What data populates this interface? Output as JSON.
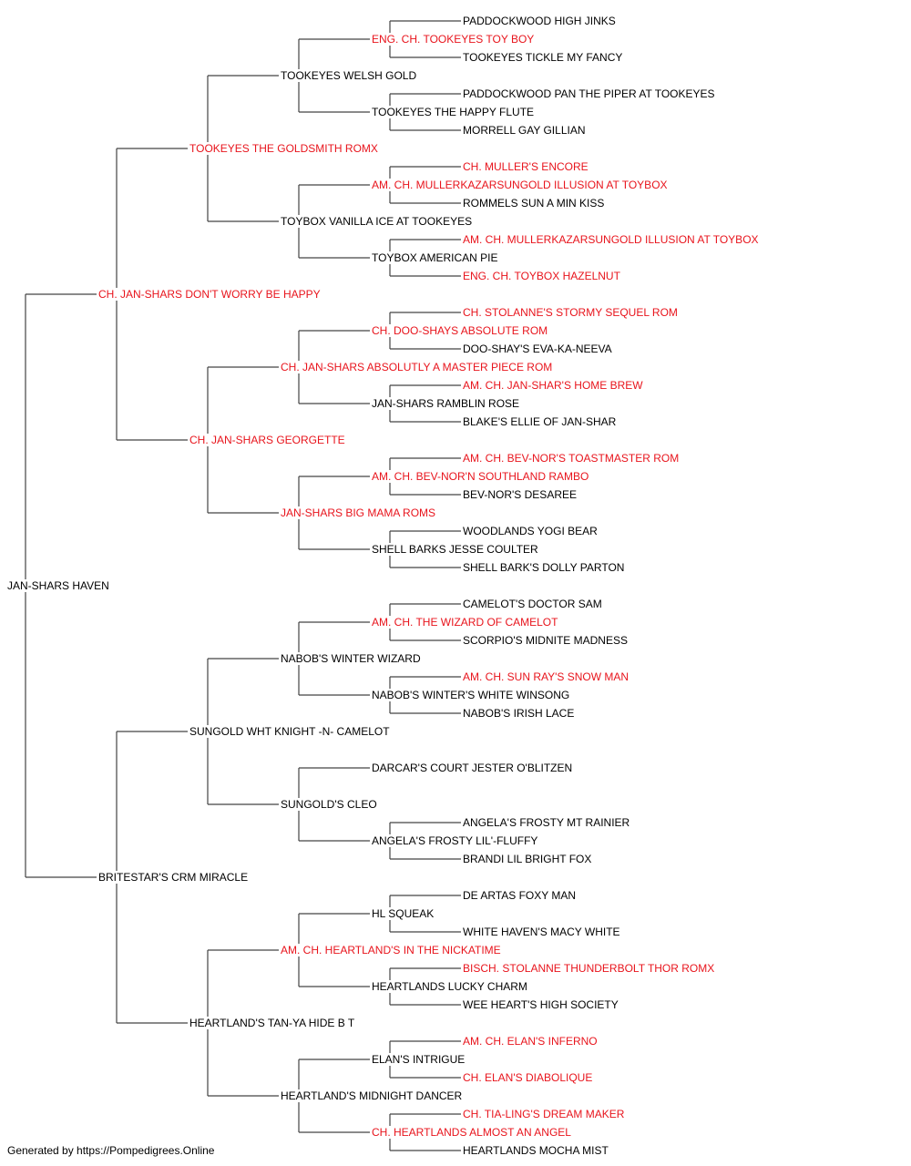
{
  "colors": {
    "champion": "#e8141c",
    "regular": "#000000",
    "lines": "#444444"
  },
  "pedigree": {
    "name": "JAN-SHARS HAVEN",
    "champion": false,
    "sire": {
      "name": "CH. JAN-SHARS DON'T WORRY BE HAPPY",
      "champion": true,
      "sire": {
        "name": "TOOKEYES THE GOLDSMITH ROMX",
        "champion": true,
        "sire": {
          "name": "TOOKEYES WELSH GOLD",
          "champion": false,
          "sire": {
            "name": "ENG. CH. TOOKEYES TOY BOY",
            "champion": true,
            "sire": {
              "name": "PADDOCKWOOD HIGH JINKS",
              "champion": false
            },
            "dam": {
              "name": "TOOKEYES TICKLE MY FANCY",
              "champion": false
            }
          },
          "dam": {
            "name": "TOOKEYES THE HAPPY FLUTE",
            "champion": false,
            "sire": {
              "name": "PADDOCKWOOD PAN THE PIPER AT TOOKEYES",
              "champion": false
            },
            "dam": {
              "name": "MORRELL GAY GILLIAN",
              "champion": false
            }
          }
        },
        "dam": {
          "name": "TOYBOX VANILLA ICE AT TOOKEYES",
          "champion": false,
          "sire": {
            "name": "AM. CH. MULLERKAZARSUNGOLD ILLUSION AT TOYBOX",
            "champion": true,
            "sire": {
              "name": "CH. MULLER'S ENCORE",
              "champion": true
            },
            "dam": {
              "name": "ROMMELS SUN A MIN KISS",
              "champion": false
            }
          },
          "dam": {
            "name": "TOYBOX AMERICAN PIE",
            "champion": false,
            "sire": {
              "name": "AM. CH. MULLERKAZARSUNGOLD ILLUSION AT TOYBOX",
              "champion": true
            },
            "dam": {
              "name": "ENG. CH. TOYBOX HAZELNUT",
              "champion": true
            }
          }
        }
      },
      "dam": {
        "name": "CH. JAN-SHARS GEORGETTE",
        "champion": true,
        "sire": {
          "name": "CH. JAN-SHARS ABSOLUTLY A MASTER PIECE ROM",
          "champion": true,
          "sire": {
            "name": "CH. DOO-SHAYS ABSOLUTE ROM",
            "champion": true,
            "sire": {
              "name": "CH. STOLANNE'S STORMY SEQUEL ROM",
              "champion": true
            },
            "dam": {
              "name": "DOO-SHAY'S EVA-KA-NEEVA",
              "champion": false
            }
          },
          "dam": {
            "name": "JAN-SHARS RAMBLIN ROSE",
            "champion": false,
            "sire": {
              "name": "AM. CH. JAN-SHAR'S HOME BREW",
              "champion": true
            },
            "dam": {
              "name": "BLAKE'S ELLIE OF JAN-SHAR",
              "champion": false
            }
          }
        },
        "dam": {
          "name": "JAN-SHARS BIG MAMA ROMS",
          "champion": true,
          "sire": {
            "name": "AM. CH. BEV-NOR'N SOUTHLAND RAMBO",
            "champion": true,
            "sire": {
              "name": "AM. CH. BEV-NOR'S TOASTMASTER ROM",
              "champion": true
            },
            "dam": {
              "name": "BEV-NOR'S DESAREE",
              "champion": false
            }
          },
          "dam": {
            "name": "SHELL BARKS JESSE COULTER",
            "champion": false,
            "sire": {
              "name": "WOODLANDS YOGI BEAR",
              "champion": false
            },
            "dam": {
              "name": "SHELL BARK'S DOLLY PARTON",
              "champion": false
            }
          }
        }
      }
    },
    "dam": {
      "name": "BRITESTAR'S CRM MIRACLE",
      "champion": false,
      "sire": {
        "name": "SUNGOLD WHT KNIGHT -N- CAMELOT",
        "champion": false,
        "sire": {
          "name": "NABOB'S WINTER WIZARD",
          "champion": false,
          "sire": {
            "name": "AM. CH. THE WIZARD OF CAMELOT",
            "champion": true,
            "sire": {
              "name": "CAMELOT'S DOCTOR SAM",
              "champion": false
            },
            "dam": {
              "name": "SCORPIO'S MIDNITE MADNESS",
              "champion": false
            }
          },
          "dam": {
            "name": "NABOB'S WINTER'S WHITE WINSONG",
            "champion": false,
            "sire": {
              "name": "AM. CH. SUN RAY'S SNOW MAN",
              "champion": true
            },
            "dam": {
              "name": "NABOB'S IRISH LACE",
              "champion": false
            }
          }
        },
        "dam": {
          "name": "SUNGOLD'S CLEO",
          "champion": false,
          "sire": {
            "name": "DARCAR'S COURT JESTER O'BLITZEN",
            "champion": false
          },
          "dam": {
            "name": "ANGELA'S FROSTY LIL'-FLUFFY",
            "champion": false,
            "sire": {
              "name": "ANGELA'S FROSTY MT RAINIER",
              "champion": false
            },
            "dam": {
              "name": "BRANDI LIL BRIGHT FOX",
              "champion": false
            }
          }
        }
      },
      "dam": {
        "name": "HEARTLAND'S TAN-YA HIDE B T",
        "champion": false,
        "sire": {
          "name": "AM. CH. HEARTLAND'S IN THE NICKATIME",
          "champion": true,
          "sire": {
            "name": "HL SQUEAK",
            "champion": false,
            "sire": {
              "name": "DE ARTAS FOXY MAN",
              "champion": false
            },
            "dam": {
              "name": "WHITE HAVEN'S MACY WHITE",
              "champion": false
            }
          },
          "dam": {
            "name": "HEARTLANDS LUCKY CHARM",
            "champion": false,
            "sire": {
              "name": "BISCH. STOLANNE THUNDERBOLT THOR ROMX",
              "champion": true
            },
            "dam": {
              "name": "WEE HEART'S HIGH SOCIETY",
              "champion": false
            }
          }
        },
        "dam": {
          "name": "HEARTLAND'S MIDNIGHT DANCER",
          "champion": false,
          "sire": {
            "name": "ELAN'S INTRIGUE",
            "champion": false,
            "sire": {
              "name": "AM. CH. ELAN'S INFERNO",
              "champion": true
            },
            "dam": {
              "name": "CH. ELAN'S DIABOLIQUE",
              "champion": true
            }
          },
          "dam": {
            "name": "CH. HEARTLANDS ALMOST AN ANGEL",
            "champion": true,
            "sire": {
              "name": "CH. TIA-LING'S DREAM MAKER",
              "champion": true
            },
            "dam": {
              "name": "HEARTLANDS MOCHA MIST",
              "champion": false
            }
          }
        }
      }
    }
  },
  "footer": "Generated by https://Pompedigrees.Online"
}
